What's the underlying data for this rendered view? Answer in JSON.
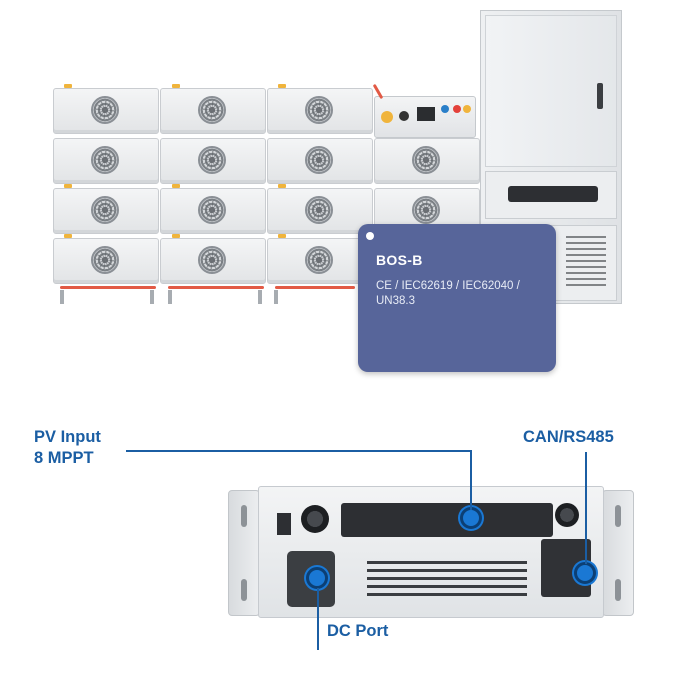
{
  "card": {
    "title": "BOS-B",
    "certifications": "CE / IEC62619 / IEC62040 / UN38.3"
  },
  "callouts": {
    "pv_input_line1": "PV Input",
    "pv_input_line2": "8 MPPT",
    "can_rs485": "CAN/RS485",
    "dc_port": "DC Port"
  },
  "colors": {
    "callout_blue": "#1b5ea3",
    "card_bg": "#57659a",
    "marker_blue": "#1a78d4"
  }
}
